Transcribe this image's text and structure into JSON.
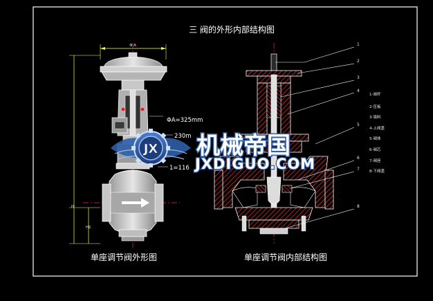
{
  "title": "三 阀的外形内部结构图",
  "captions": {
    "left": "单座调节阀外形图",
    "right": "单座调节阀内部结构图"
  },
  "dimensions": {
    "top": "Φ A",
    "diaphragm": "ΦA=325mm",
    "stroke": "230m",
    "height": "1=116",
    "left_h": "H",
    "left_h1": "H1"
  },
  "callout_numbers": [
    "1",
    "2",
    "3",
    "4",
    "5",
    "6",
    "7",
    "8"
  ],
  "parts_legend": [
    {
      "num": "1",
      "label": "1-阀杆"
    },
    {
      "num": "2",
      "label": "2-压板"
    },
    {
      "num": "3",
      "label": "3-填料"
    },
    {
      "num": "4",
      "label": "4-上阀盖"
    },
    {
      "num": "5",
      "label": "5-阀体"
    },
    {
      "num": "6",
      "label": "6-阀芯"
    },
    {
      "num": "7",
      "label": "7-阀座"
    },
    {
      "num": "8",
      "label": "8-下阀盖"
    }
  ],
  "watermark": {
    "cn": "机械帝国",
    "en": "JXDIGUO.COM",
    "emblem": "JX"
  },
  "colors": {
    "background": "#000000",
    "frame": "#ffffff",
    "red_line": "#ff2a2a",
    "yellow_dim": "#ffff55",
    "valve_gray": "#bfbfbf",
    "valve_white": "#ffffff",
    "hatch_red": "#ff3030",
    "watermark_blue": "#2f5fa8"
  }
}
